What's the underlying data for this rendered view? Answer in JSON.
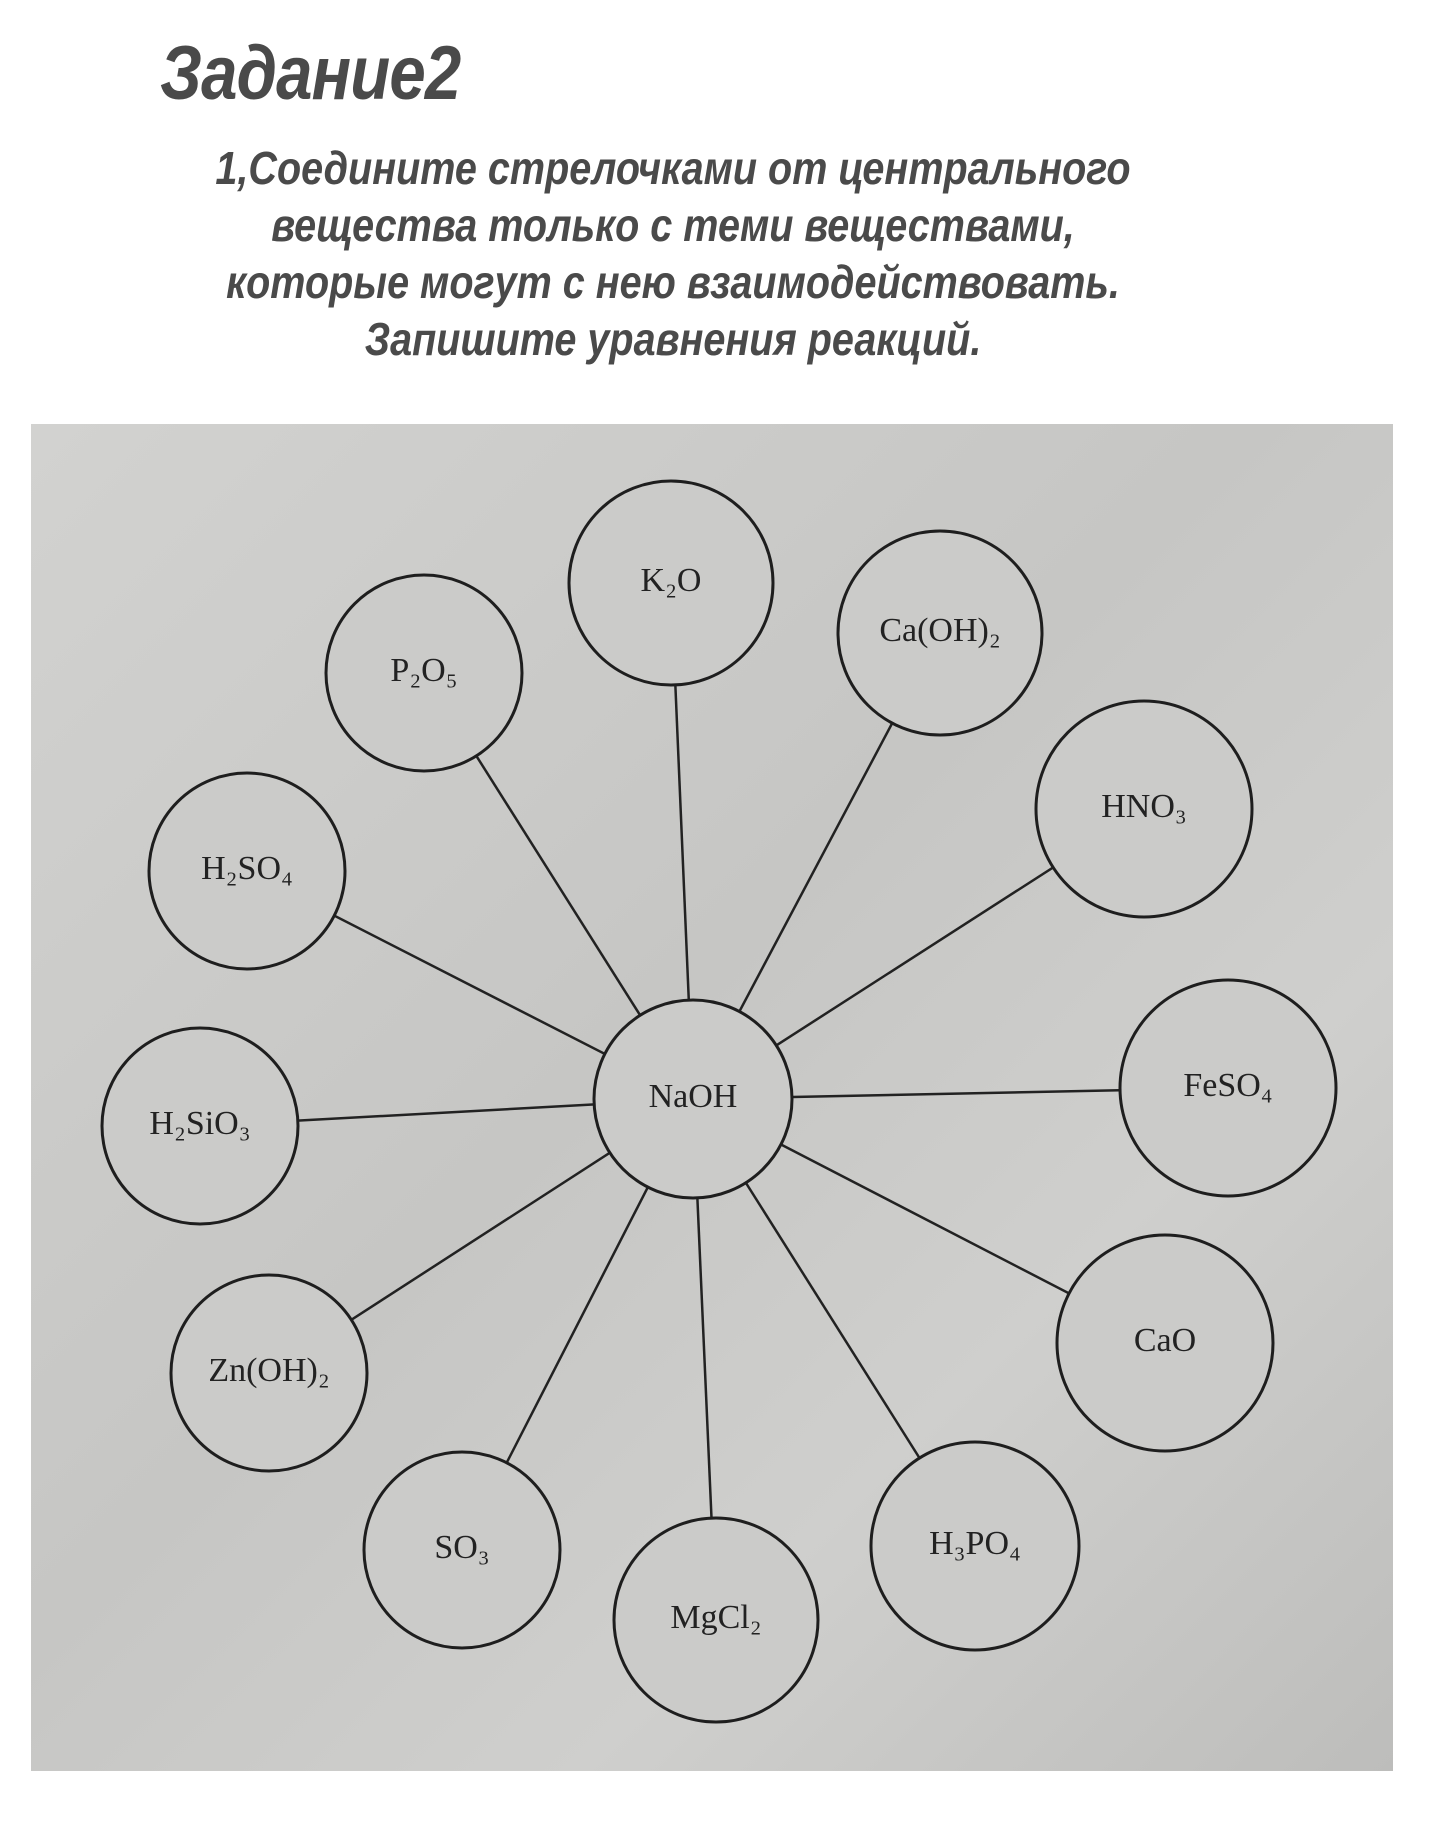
{
  "title": "Задание2",
  "instructions": [
    "1,Соедините стрелочками от центрального",
    "вещества только с теми веществами,",
    "которые могут с нею взаимодействовать.",
    "Запишите уравнения реакций."
  ],
  "diagram": {
    "center": "NaOH",
    "substances": [
      "K₂O",
      "Ca(OH)₂",
      "HNO₃",
      "FeSO₄",
      "CaO",
      "H₃PO₄",
      "MgCl₂",
      "SO₃",
      "Zn(OH)₂",
      "H₂SiO₃",
      "H₂SO₄",
      "P₂O₅"
    ]
  }
}
